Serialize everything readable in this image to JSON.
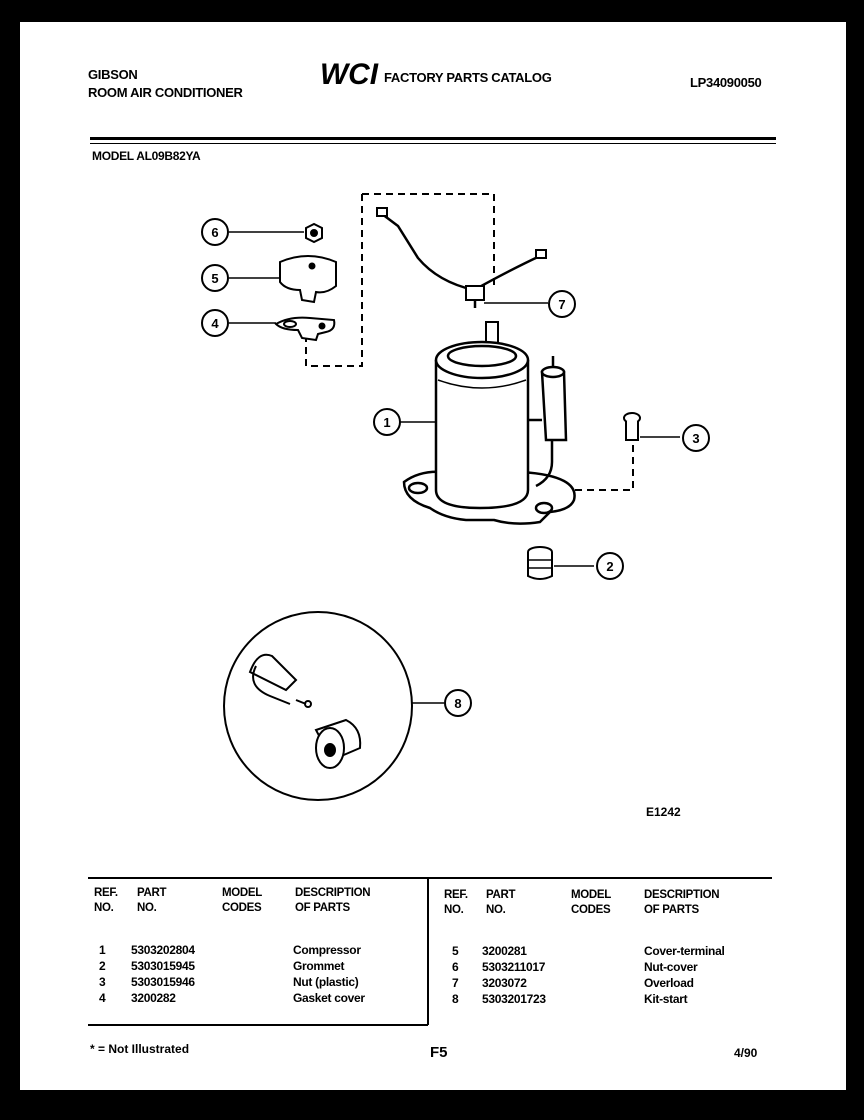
{
  "header": {
    "brand": "GIBSON",
    "product": "ROOM AIR CONDITIONER",
    "logo_text": "WCI",
    "catalog_title": "FACTORY PARTS CATALOG",
    "catalog_number": "LP34090050",
    "model_label": "MODEL AL09B82YA"
  },
  "diagram": {
    "callouts": [
      "1",
      "2",
      "3",
      "4",
      "5",
      "6",
      "7",
      "8"
    ],
    "figure_code": "E1242"
  },
  "parts_table": {
    "headers": {
      "ref": [
        "REF.",
        "NO."
      ],
      "part": [
        "PART",
        "NO."
      ],
      "model": [
        "MODEL",
        "CODES"
      ],
      "desc": [
        "DESCRIPTION",
        "OF PARTS"
      ]
    },
    "left_rows": [
      {
        "ref": "1",
        "part": "5303202804",
        "model": "",
        "desc": "Compressor"
      },
      {
        "ref": "2",
        "part": "5303015945",
        "model": "",
        "desc": "Grommet"
      },
      {
        "ref": "3",
        "part": "5303015946",
        "model": "",
        "desc": "Nut (plastic)"
      },
      {
        "ref": "4",
        "part": "3200282",
        "model": "",
        "desc": "Gasket cover"
      }
    ],
    "right_rows": [
      {
        "ref": "5",
        "part": "3200281",
        "model": "",
        "desc": "Cover-terminal"
      },
      {
        "ref": "6",
        "part": "5303211017",
        "model": "",
        "desc": "Nut-cover"
      },
      {
        "ref": "7",
        "part": "3203072",
        "model": "",
        "desc": "Overload"
      },
      {
        "ref": "8",
        "part": "5303201723",
        "model": "",
        "desc": "Kit-start"
      }
    ]
  },
  "footer": {
    "note": "* = Not Illustrated",
    "page": "F5",
    "date": "4/90"
  }
}
